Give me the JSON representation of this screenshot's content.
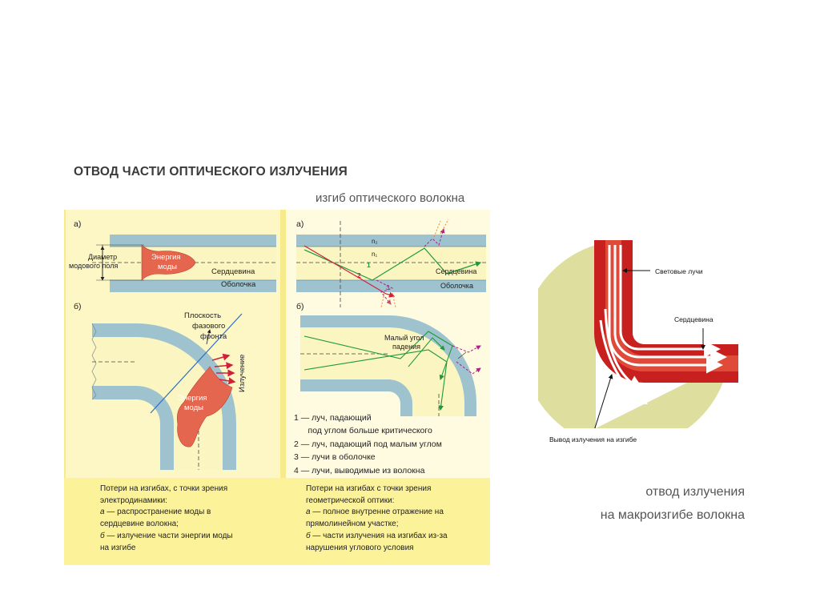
{
  "slide": {
    "title": "ОТВОД ЧАСТИ ОПТИЧЕСКОГО ИЗЛУЧЕНИЯ",
    "subtitle": "изгиб оптического волокна",
    "caption_line1": "отвод излучения",
    "caption_line2": "на макроизгибе волокна"
  },
  "left_figure": {
    "panel_a_label": "а)",
    "panel_b_label": "б)",
    "mode_field_label_1": "Диаметр",
    "mode_field_label_2": "модового поля",
    "mode_energy_1": "Энергия",
    "mode_energy_2": "моды",
    "core_label": "Сердцевина",
    "cladding_label": "Оболочка",
    "phase_front_1": "Плоскость",
    "phase_front_2": "фазового",
    "phase_front_3": "фронта",
    "radiation_label": "Излучение",
    "bend_energy_1": "Энергия",
    "bend_energy_2": "моды"
  },
  "mid_figure": {
    "panel_a_label": "а)",
    "panel_b_label": "б)",
    "n2": "n₂",
    "n1": "n₁",
    "ray_1": "1",
    "ray_2": "2",
    "ray_3": "3",
    "ray_4": "4",
    "core_label": "Сердцевина",
    "cladding_label": "Оболочка",
    "small_angle_1": "Малый угол",
    "small_angle_2": "падения"
  },
  "legend": [
    "1 — луч, падающий",
    "      под углом больше критического",
    "2 — луч, падающий под малым углом",
    "3 — лучи в оболочке",
    "4 — лучи, выводимые из волокна"
  ],
  "yellow_left": {
    "line1": "Потери на изгибах, с точки зрения",
    "line2": "электродинамики:",
    "a_marker": "а",
    "a_text_1": " — распространение моды в",
    "a_text_2": "сердцевине волокна;",
    "b_marker": "б",
    "b_text_1": " — излучение части энергии моды",
    "b_text_2": "на изгибе"
  },
  "yellow_right": {
    "line1": "Потери на изгибах с точки зрения",
    "line2": "геометрической оптики:",
    "a_marker": "а",
    "a_text_1": " — полное внутренне отражение на",
    "a_text_2": "прямолинейном участке;",
    "b_marker": "б",
    "b_text_1": " — части излучения на изгибах из-за",
    "b_text_2": "нарушения углового условия"
  },
  "right_figure": {
    "light_rays_label": "Световые лучи",
    "core_label": "Сердцевина",
    "output_label": "Вывод излучения на изгибе"
  },
  "colors": {
    "cladding_blue": "#9ec3cf",
    "core_yellow": "#fbf5c2",
    "panel_yellow": "#fbf29a",
    "mode_red": "#e5664f",
    "fiber_red": "#c8201e",
    "disk_khaki": "#dede9e"
  }
}
